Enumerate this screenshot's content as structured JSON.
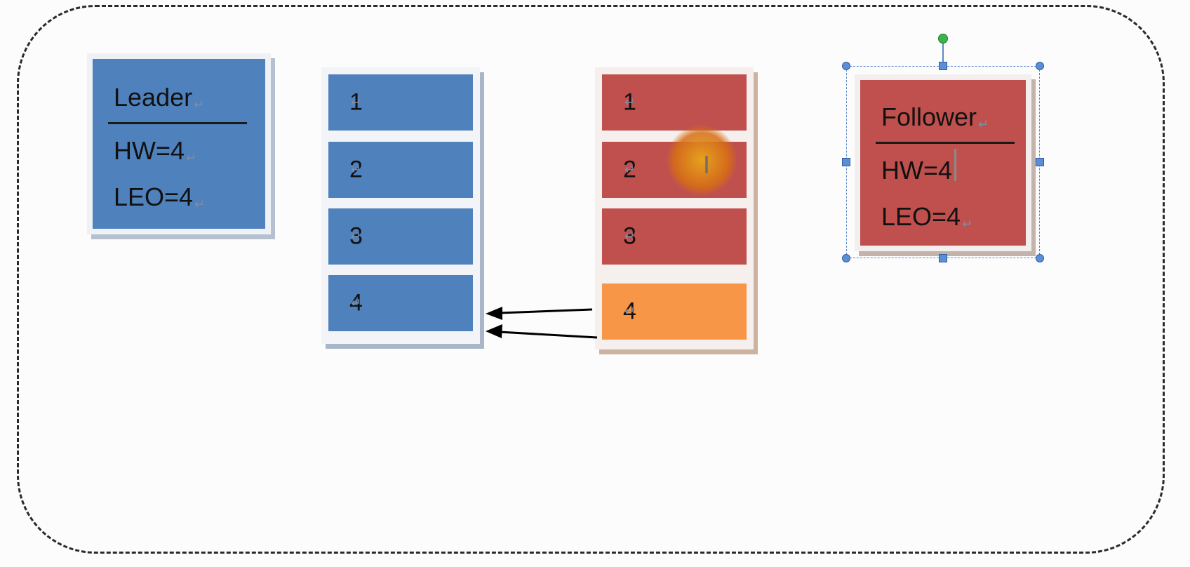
{
  "leader": {
    "title": "Leader",
    "hw": "HW=4",
    "leo": "LEO=4",
    "color": "#4f81bd"
  },
  "leader_log": {
    "entries": [
      "1",
      "2",
      "3",
      "4"
    ],
    "color": "#4f81bd"
  },
  "follower_log": {
    "entries": [
      "1",
      "2",
      "3",
      "4"
    ],
    "color": "#c0504d",
    "highlight_color": "#f79646"
  },
  "follower": {
    "title": "Follower",
    "hw": "HW=4",
    "leo": "LEO=4",
    "color": "#c0504d"
  },
  "paragraph_mark": "↵",
  "cursor_icon": "i-beam-cursor-icon",
  "arrow_icon": "arrow-left-icon"
}
